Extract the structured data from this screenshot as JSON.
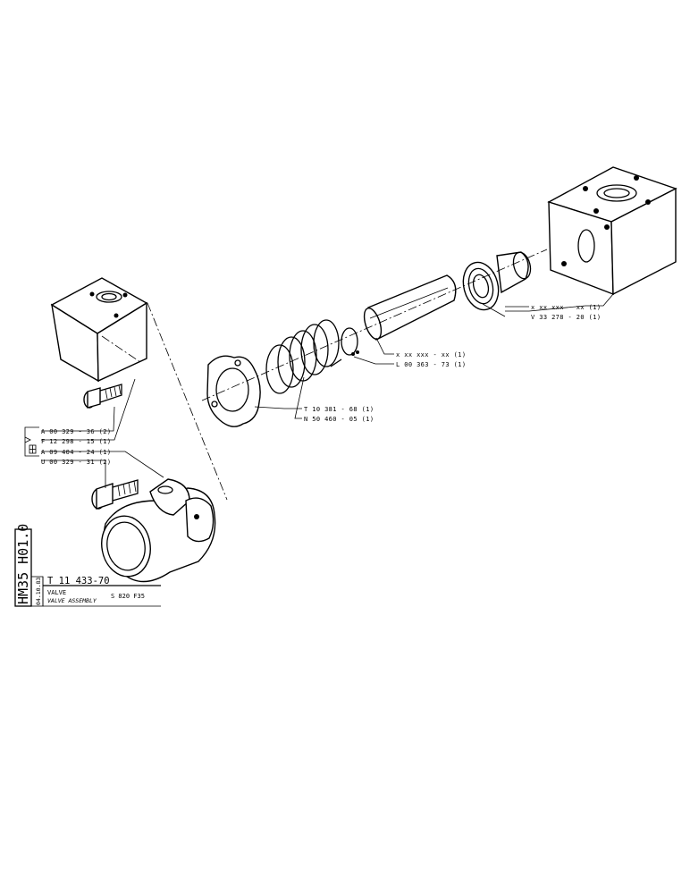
{
  "page": {
    "background": "#ffffff",
    "ink": "#000000"
  },
  "callouts": {
    "block_right_1": "x xx xxx - xx (1)",
    "block_right_2": "V 33 278 - 20 (1)",
    "ring_1": "x xx xxx - xx (1)",
    "ring_2": "L 00 363 - 73 (1)",
    "spring_1": "T 10 381 - 68 (1)",
    "spring_2": "N 50 460 - 05 (1)",
    "left_1": "A 00 329 - 36 (2)",
    "left_2": "F 12 298 - 15 (1)",
    "left_3": "A 09 404 - 24 (1)",
    "left_4": "U 00 329 - 31 (2)"
  },
  "title_block": {
    "sheet_code": "HM35 H01.0",
    "date": "04.10.83",
    "part_number": "T 11 433-70",
    "name": "VALVE",
    "name_italic": "VALVE ASSEMBLY",
    "model": "S 820 F35"
  },
  "icons": {
    "kit": "kit-bracket-icon"
  }
}
